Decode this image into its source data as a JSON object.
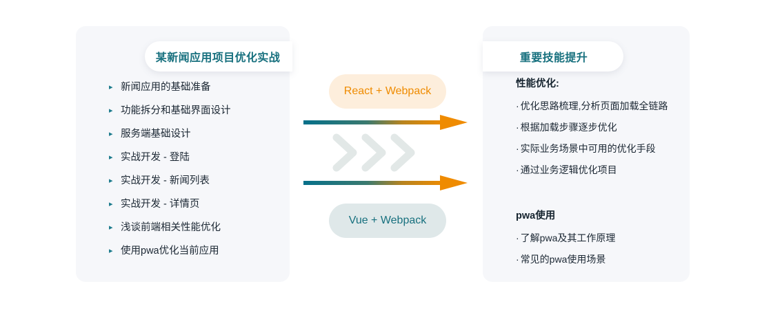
{
  "colors": {
    "panel_bg": "#f6f7fa",
    "pill_bg": "#ffffff",
    "teal": "#17707e",
    "orange": "#ef8b00",
    "text_dark": "#1b2733",
    "react_badge_bg": "#fdeedc",
    "vue_badge_bg": "#dfe8e9",
    "chevron_gray": "#e2e8e7"
  },
  "left_panel": {
    "title": "某新闻应用项目优化实战",
    "bullet_glyph": "▸",
    "items": [
      {
        "label": "新闻应用的基础准备"
      },
      {
        "label": "功能拆分和基础界面设计"
      },
      {
        "label": "服务端基础设计"
      },
      {
        "label": "实战开发 - 登陆"
      },
      {
        "label": "实战开发 - 新闻列表"
      },
      {
        "label": "实战开发 - 详情页"
      },
      {
        "label": "浅谈前端相关性能优化"
      },
      {
        "label": "使用pwa优化当前应用"
      }
    ]
  },
  "right_panel": {
    "title": "重要技能提升",
    "bullet_glyph": "·",
    "groups": [
      {
        "heading": "性能优化:",
        "items": [
          {
            "label": "优化思路梳理,分析页面加载全链路"
          },
          {
            "label": "根据加载步骤逐步优化"
          },
          {
            "label": "实际业务场景中可用的优化手段"
          },
          {
            "label": "通过业务逻辑优化项目"
          }
        ]
      },
      {
        "heading": "pwa使用",
        "items": [
          {
            "label": "了解pwa及其工作原理"
          },
          {
            "label": "常见的pwa使用场景"
          }
        ]
      }
    ]
  },
  "center": {
    "react_badge": "React + Webpack",
    "vue_badge": "Vue + Webpack",
    "arrow_gradient_from": "#06708a",
    "arrow_gradient_to": "#ef8b00",
    "chevron_count": 3
  }
}
